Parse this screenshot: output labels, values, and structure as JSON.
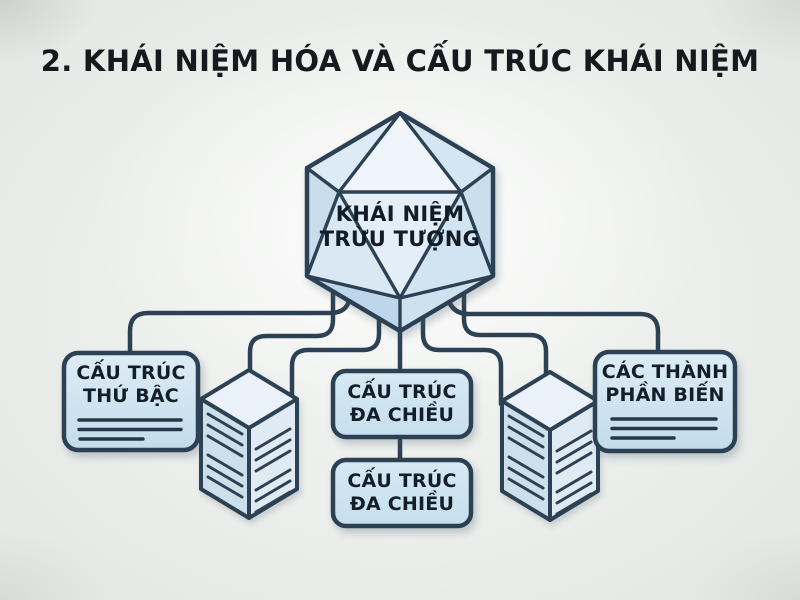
{
  "title": "2. KHÁI NIỆM HÓA VÀ CẤU TRÚC KHÁI NIỆM",
  "root_node": {
    "shape": "icosahedron",
    "line1": "KHÁI NIỆM",
    "line2": "TRỪU TƯỢNG"
  },
  "branch_nodes": {
    "hierarchical": {
      "line1": "CẤU TRÚC",
      "line2": "THỨ BẬC"
    },
    "multidimensional_top": {
      "line1": "CẤU TRÚC",
      "line2": "ĐA CHIỀU"
    },
    "multidimensional_bottom": {
      "line1": "CẤU TRÚC",
      "line2": "ĐA CHIỀU"
    },
    "variable_components": {
      "line1": "CÁC THÀNH",
      "line2": "PHẦN BIẾN"
    }
  },
  "decorations": {
    "left_icon": "isometric-cube",
    "right_icon": "isometric-cube"
  },
  "colors": {
    "background": "#ecefec",
    "outline": "#2c4254",
    "node_fill": "#cfe3f0",
    "node_fill_light": "#e9f1f8",
    "text_dark": "#141e28"
  }
}
